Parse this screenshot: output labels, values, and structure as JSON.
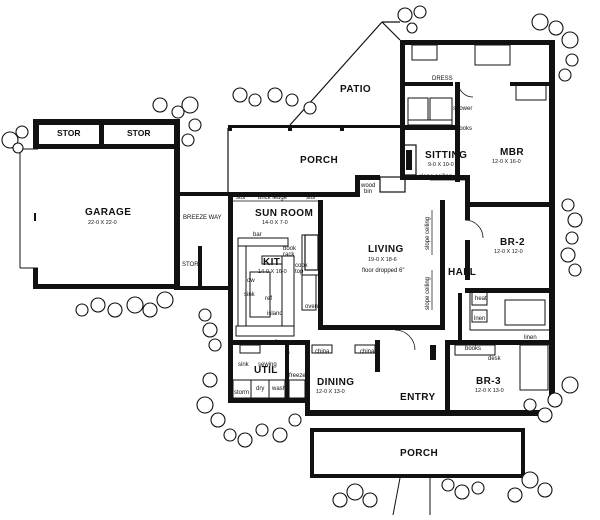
{
  "rooms": {
    "garage": {
      "name": "GARAGE",
      "dims": "22-0 X 22-0"
    },
    "stor_left": "STOR",
    "stor_right": "STOR",
    "stor_breeze": "STOR",
    "breezeway": "BREEZE WAY",
    "sunroom": {
      "name": "SUN ROOM",
      "dims": "14-0 X 7-0"
    },
    "kitchen": {
      "name": "KIT",
      "dims": "14-0 X 16-0"
    },
    "util": {
      "name": "UTIL"
    },
    "living": {
      "name": "LIVING",
      "dims": "19-0 X 18-6"
    },
    "dining": {
      "name": "DINING",
      "dims": "12-0 X 13-0"
    },
    "entry": {
      "name": "ENTRY"
    },
    "porch_back": "PORCH",
    "porch_front": "PORCH",
    "patio": "PATIO",
    "hall": "HALL",
    "sitting": {
      "name": "SITTING",
      "dims": "9-0 X 10-0"
    },
    "mbr": {
      "name": "MBR",
      "dims": "12-0 X 16-0"
    },
    "br2": {
      "name": "BR-2",
      "dims": "12-0 X 12-0"
    },
    "br3": {
      "name": "BR-3",
      "dims": "12-0 X 13-0"
    }
  },
  "labels": {
    "dress": "DRESS",
    "shower": "shower",
    "wood_bin_1": "wood",
    "wood_bin_2": "bin",
    "slope_ceiling": "slope ceiling",
    "floor_dropped": "floor dropped 6\"",
    "stor_tag": "stor",
    "brick_ledge": "brick ledge",
    "bar": "bar",
    "book_rack_1": "book",
    "book_rack_2": "rack",
    "cook_top_1": "cook",
    "cook_top_2": "top",
    "oven": "oven",
    "dw": "dw",
    "sink": "sink",
    "ref": "ref",
    "island": "island",
    "sewing": "sewing",
    "dry": "dry",
    "wash": "wash",
    "freezer": "freezer",
    "china": "china",
    "books": "books",
    "desk": "desk",
    "heat": "heat",
    "lnen": "lnen",
    "linen": "linen",
    "storm": "storm"
  }
}
